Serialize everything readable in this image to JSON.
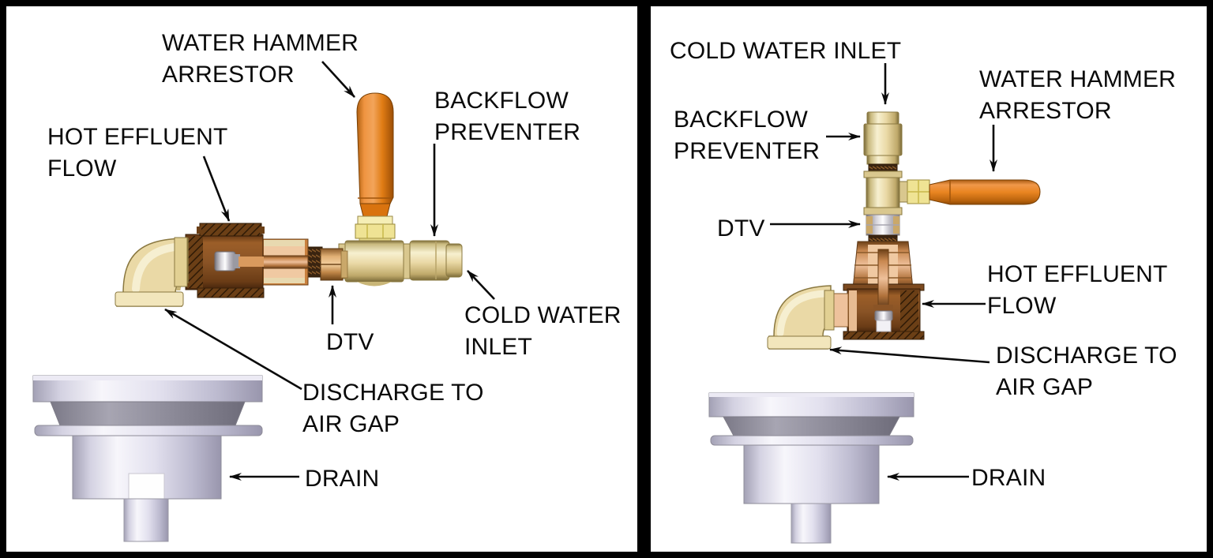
{
  "figure": {
    "description": "Two-panel cutaway diagram of a drain tempering valve (DTV) installation, horizontal and vertical orientations, discharging to a floor drain air gap"
  },
  "panels": {
    "left": {
      "labels": {
        "water_hammer_arrestor": "WATER HAMMER\nARRESTOR",
        "backflow_preventer": "BACKFLOW\nPREVENTER",
        "hot_effluent_flow": "HOT EFFLUENT\nFLOW",
        "dtv": "DTV",
        "cold_water_inlet": "COLD WATER\nINLET",
        "discharge_to_air_gap": "DISCHARGE TO\nAIR GAP",
        "drain": "DRAIN"
      },
      "components": [
        "water-hammer-arrestor",
        "backflow-preventer",
        "tee-fitting",
        "dtv-valve-body",
        "hot-effluent-elbow",
        "floor-drain"
      ]
    },
    "right": {
      "labels": {
        "cold_water_inlet": "COLD WATER INLET",
        "backflow_preventer": "BACKFLOW\nPREVENTER",
        "water_hammer_arrestor": "WATER HAMMER\nARRESTOR",
        "dtv": "DTV",
        "hot_effluent_flow": "HOT EFFLUENT\nFLOW",
        "discharge_to_air_gap": "DISCHARGE TO\nAIR GAP",
        "drain": "DRAIN"
      },
      "components": [
        "cold-water-inlet-pipe",
        "backflow-preventer",
        "tee-fitting",
        "water-hammer-arrestor",
        "dtv-valve-body",
        "hot-effluent-elbow",
        "floor-drain"
      ]
    }
  },
  "colors": {
    "brass": "#ead9a6",
    "brass_dark": "#8a7840",
    "copper": "#c98850",
    "body_brown": "#8a5426",
    "orange_arrestor": "#e8821e",
    "yellow_hex": "#efe394",
    "silver": "#d6d4da",
    "drain_gray": "#d9d7e6",
    "label_text": "#0a0a0a",
    "panel_background": "#ffffff",
    "frame": "#000000"
  }
}
